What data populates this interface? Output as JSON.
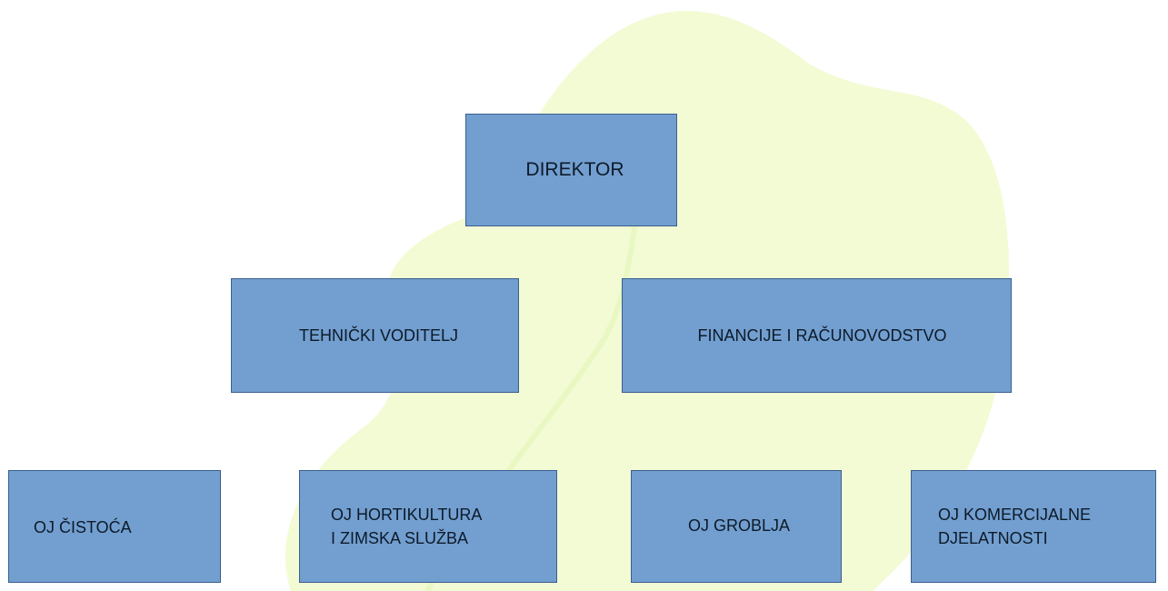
{
  "colors": {
    "box_fill": "#729fcf",
    "box_border": "#3a5f8f",
    "watermark": "#f3fbd5"
  },
  "org_chart": {
    "director": "DIREKTOR",
    "technical_manager": "TEHNIČKI VODITELJ",
    "finance": "FINANCIJE I RAČUNOVODSTVO",
    "units": [
      {
        "line1": "OJ ČISTOĆA"
      },
      {
        "line1": "OJ HORTIKULTURA",
        "line2": "I ZIMSKA SLUŽBA"
      },
      {
        "line1": "OJ GROBLJA"
      },
      {
        "line1": "OJ KOMERCIJALNE",
        "line2": "DJELATNOSTI"
      }
    ]
  }
}
